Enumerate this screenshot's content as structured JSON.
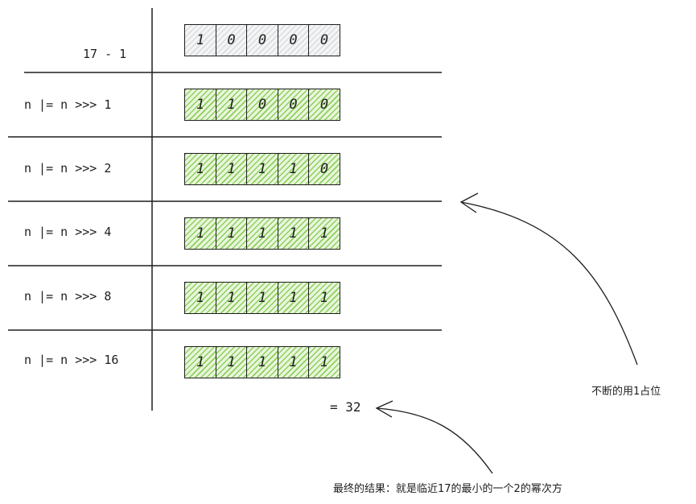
{
  "rows": [
    {
      "label": "17 - 1",
      "bits": [
        "1",
        "0",
        "0",
        "0",
        "0"
      ],
      "fill": "gray"
    },
    {
      "label": "n |= n >>> 1",
      "bits": [
        "1",
        "1",
        "0",
        "0",
        "0"
      ],
      "fill": "green"
    },
    {
      "label": "n |= n >>> 2",
      "bits": [
        "1",
        "1",
        "1",
        "1",
        "0"
      ],
      "fill": "green"
    },
    {
      "label": "n |= n >>> 4",
      "bits": [
        "1",
        "1",
        "1",
        "1",
        "1"
      ],
      "fill": "green"
    },
    {
      "label": "n |= n >>> 8",
      "bits": [
        "1",
        "1",
        "1",
        "1",
        "1"
      ],
      "fill": "green"
    },
    {
      "label": "n |= n >>> 16",
      "bits": [
        "1",
        "1",
        "1",
        "1",
        "1"
      ],
      "fill": "green"
    }
  ],
  "result": "= 32",
  "note_fill": "不断的用1占位",
  "note_result": "最终的结果：就是临近17的最小的一个2的幂次方",
  "colors": {
    "gray_fill": "#f4f5f7",
    "green_fill": "#b2f2bb",
    "stroke": "#1e1e1e"
  }
}
